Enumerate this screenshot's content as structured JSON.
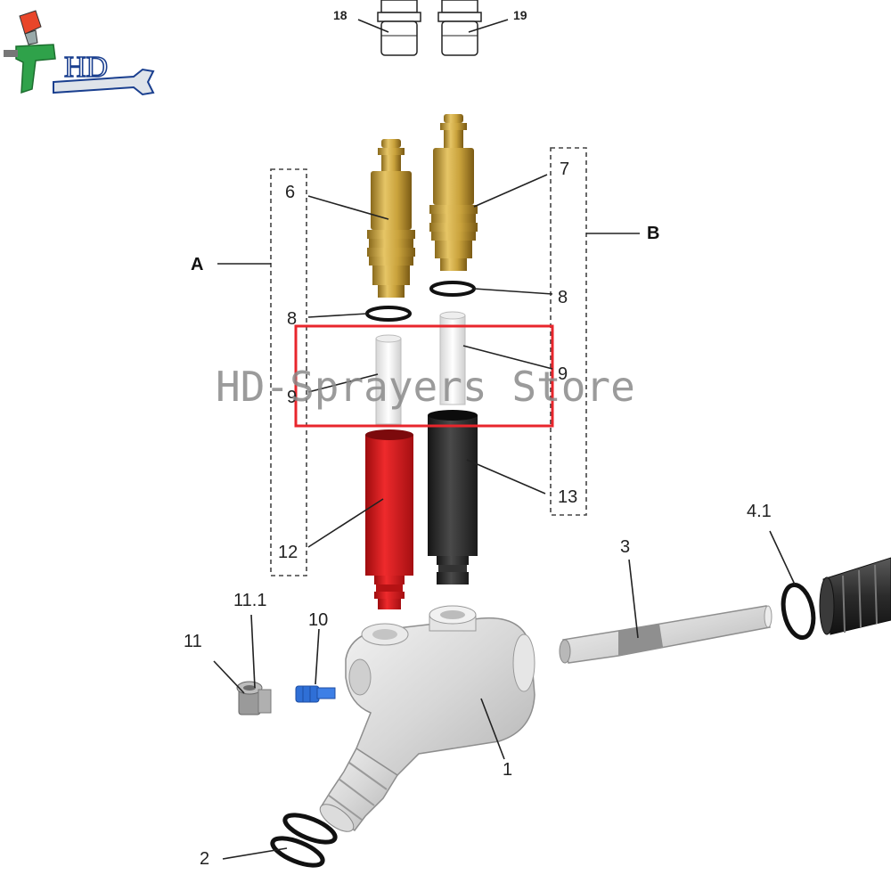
{
  "logo": {
    "text": "HD"
  },
  "watermark": "HD-Sprayers Store",
  "group_labels": {
    "a": "A",
    "b": "B"
  },
  "callouts": {
    "p18": "18",
    "p19": "19",
    "p6": "6",
    "p7": "7",
    "p8_left": "8",
    "p8_right": "8",
    "p9_left": "9",
    "p9_right": "9",
    "p12": "12",
    "p13": "13",
    "p11": "11",
    "p11_1": "11.1",
    "p10": "10",
    "p1": "1",
    "p2": "2",
    "p3": "3",
    "p4_1": "4.1"
  },
  "colors": {
    "highlight_box": "#e8262c",
    "brass": "#c9a23c",
    "red_sleeve": "#d8191c",
    "black_sleeve": "#2b2b2b",
    "blue_screw": "#2f6fd6",
    "grey_body": "#d9d9d9"
  }
}
